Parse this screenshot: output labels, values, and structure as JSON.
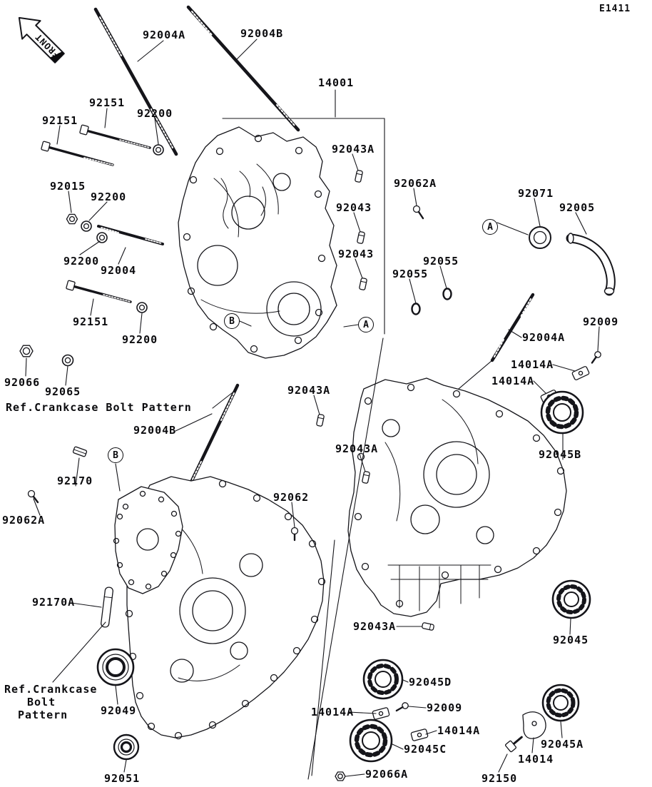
{
  "page": {
    "code": "E1411"
  },
  "front_marker": {
    "label": "FRONT"
  },
  "colors": {
    "ink": "#0b0b0e",
    "paper": "#ffffff"
  },
  "callouts": [
    "A",
    "B",
    "A",
    "B"
  ],
  "labels": [
    "92004A",
    "92004B",
    "14001",
    "92151",
    "92151",
    "92200",
    "92043A",
    "92062A",
    "92015",
    "92200",
    "92043",
    "92071",
    "92005",
    "92200",
    "92004",
    "92043",
    "92055",
    "92055",
    "92151",
    "92200",
    "92004A",
    "92009",
    "14014A",
    "14014A",
    "92066",
    "92065",
    "Ref.Crankcase Bolt Pattern",
    "92043A",
    "92004B",
    "92045B",
    "92043A",
    "92170",
    "92062",
    "92062A",
    "92170A",
    "92043A",
    "92045",
    "92045D",
    "Ref.Crankcase",
    "Bolt",
    "Pattern",
    "92049",
    "14014A",
    "92009",
    "14014A",
    "92045C",
    "92045A",
    "14014",
    "92051",
    "92066A",
    "92150"
  ]
}
